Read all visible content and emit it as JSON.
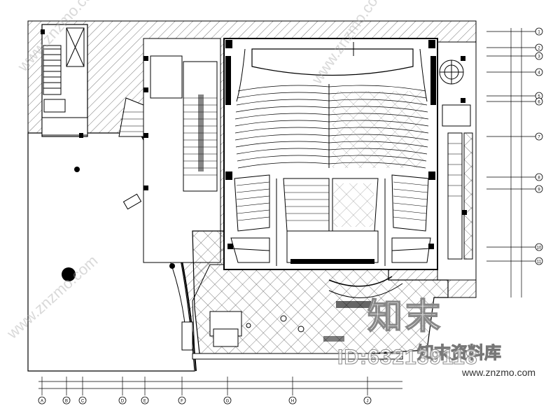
{
  "watermark": {
    "logo": "知末",
    "site_cn": "知末资料库",
    "id_text": "ID:632139118",
    "url": "www.znzmo.com",
    "diag_1": "www.znzmo.com",
    "diag_2": "www.znzmo.com",
    "diag_3": "www.znzmo.com"
  },
  "axes_right": [
    "1",
    "2",
    "3",
    "4",
    "5",
    "6",
    "7",
    "8",
    "9",
    "10",
    "11"
  ],
  "axes_bottom": [
    "A",
    "B",
    "C",
    "D",
    "E",
    "F",
    "G",
    "H",
    "J"
  ],
  "colors": {
    "line": "#000000",
    "hatch": "#555555",
    "paper": "#ffffff"
  }
}
